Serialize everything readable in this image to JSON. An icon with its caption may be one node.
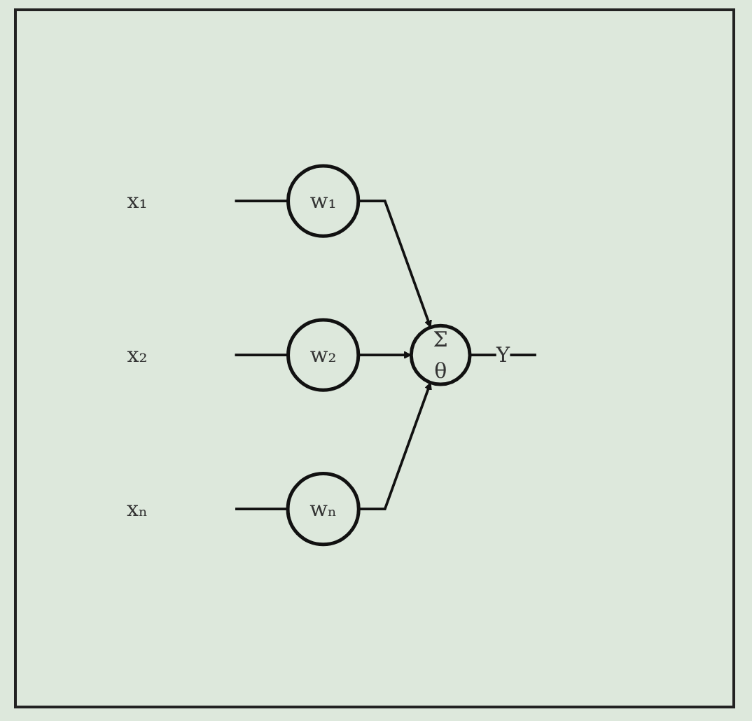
{
  "diagram": {
    "nodes": [
      {
        "text": [
          "x₁"
        ]
      },
      {
        "text": [
          "w₁"
        ]
      },
      {
        "text": [
          "x₂"
        ]
      },
      {
        "text": [
          "w₂"
        ]
      },
      {
        "text": [
          "xₙ"
        ]
      },
      {
        "text": [
          "wₙ"
        ]
      },
      {
        "text": [
          "Σ",
          "θ"
        ]
      }
    ],
    "edges": [
      {
        "from": 0,
        "to": 1,
        "arrow": "none"
      },
      {
        "from": 1,
        "to": 6,
        "arrow": "to"
      },
      {
        "from": 2,
        "to": 3,
        "arrow": "none"
      },
      {
        "from": 3,
        "to": 6,
        "arrow": "to"
      },
      {
        "from": 4,
        "to": 5,
        "arrow": "none"
      },
      {
        "from": 5,
        "to": 6,
        "arrow": "to"
      },
      {
        "from": 6,
        "to": null,
        "label": "Y",
        "arrow": "none"
      }
    ]
  }
}
